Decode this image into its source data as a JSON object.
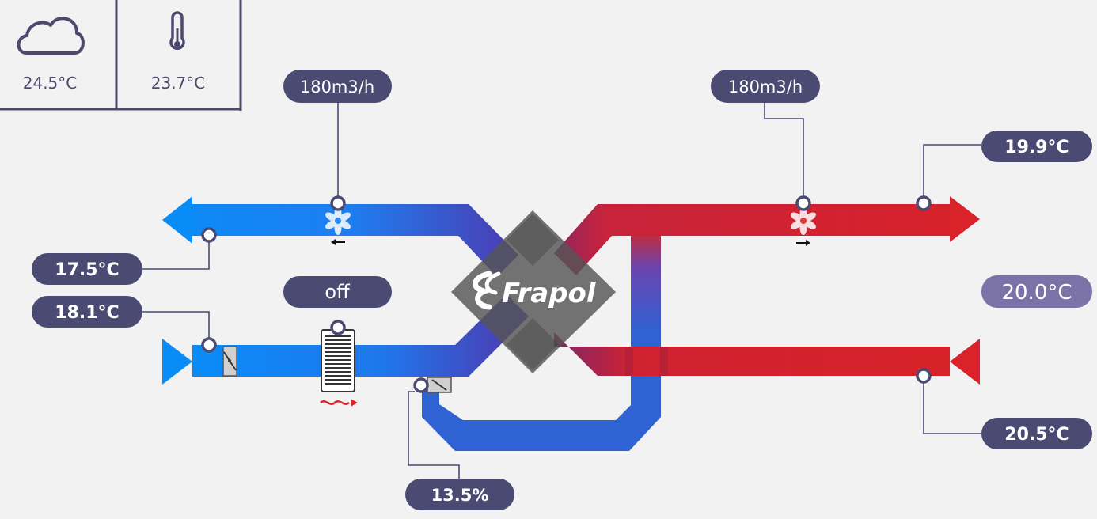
{
  "weather": {
    "outdoor_icon": "cloud-icon",
    "outdoor_temp": "24.5°C",
    "indoor_icon": "thermometer-icon",
    "indoor_temp": "23.7°C"
  },
  "flows": {
    "exhaust_airflow": "180m3/h",
    "supply_airflow": "180m3/h"
  },
  "temperatures": {
    "exhaust_out": "17.5°C",
    "outdoor_in": "18.1°C",
    "supply_out": "19.9°C",
    "setpoint": "20.0°C",
    "extract_in": "20.5°C"
  },
  "heater": {
    "state": "off",
    "icon": "heater-icon"
  },
  "bypass": {
    "position": "13.5%",
    "icon": "damper-icon"
  },
  "brand": {
    "logo_text": "Frapol"
  },
  "colors": {
    "cold": "#0a8cf7",
    "mid_blue": "#2f62d2",
    "hot": "#d92229",
    "pill": "#4b4a73",
    "setpoint_pill": "#7b72a8",
    "panel_line": "#4b4a6e"
  }
}
